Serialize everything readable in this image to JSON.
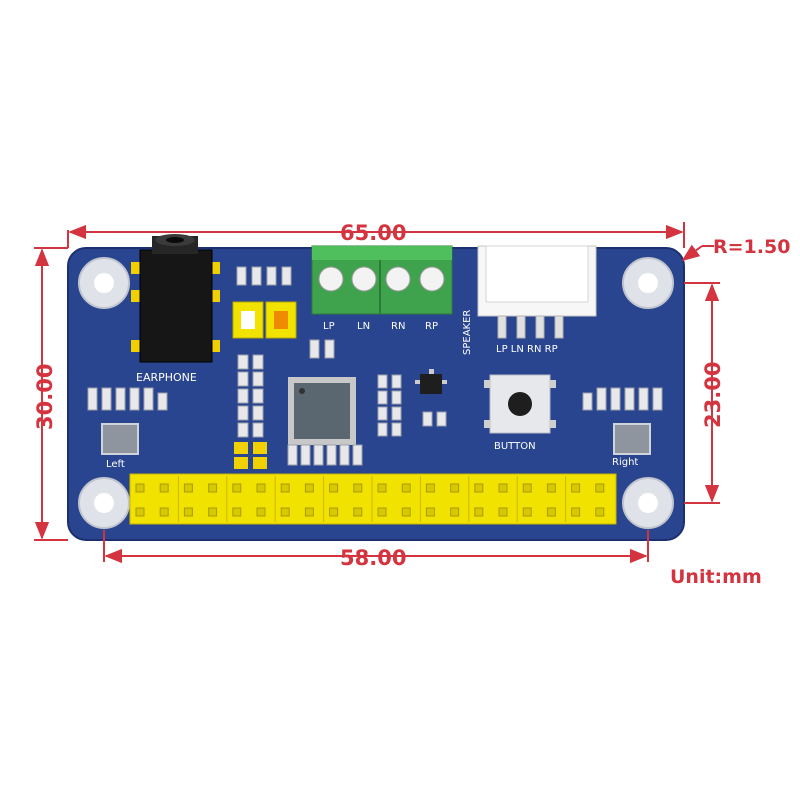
{
  "dimensions": {
    "width_top": "65.00",
    "height_left": "30.00",
    "hole_spacing_x": "58.00",
    "hole_spacing_y": "23.00",
    "corner_radius": "R=1.50",
    "unit": "Unit:mm"
  },
  "board_labels": {
    "earphone": "EARPHONE",
    "speaker": "SPEAKER",
    "terminal_lp": "LP",
    "terminal_ln": "LN",
    "terminal_rn": "RN",
    "terminal_rp": "RP",
    "connector_pins": "LP LN RN RP",
    "button": "BUTTON",
    "left": "Left",
    "right": "Right"
  },
  "colors": {
    "pcb": "#2a4590",
    "dimension": "#d4343f",
    "header": "#f2e200",
    "terminal": "#3fa34d",
    "chip": "#5a6670"
  }
}
